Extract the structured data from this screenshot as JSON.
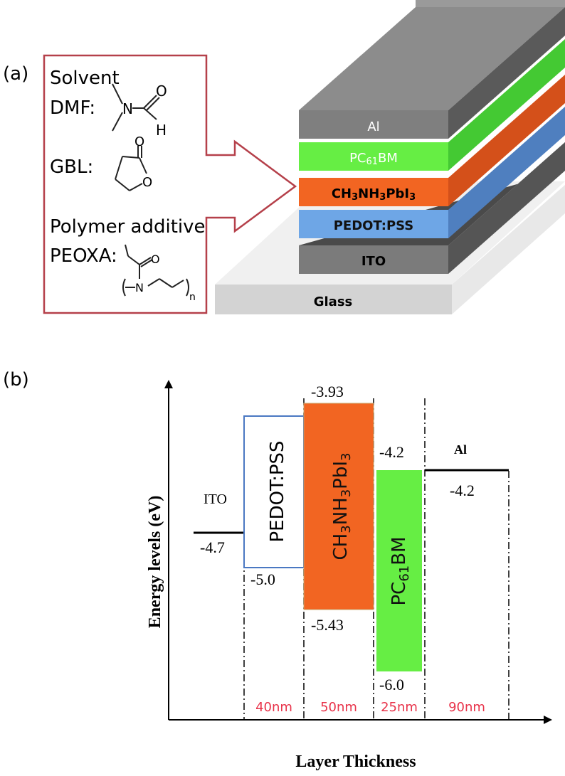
{
  "panel_a": {
    "label": "(a)",
    "solvent_heading": "Solvent",
    "dmf_label": "DMF:",
    "dmf_o": "O",
    "dmf_n": "N",
    "dmf_h": "H",
    "gbl_label": "GBL:",
    "gbl_o1": "O",
    "gbl_o2": "O",
    "additive_heading": "Polymer additive",
    "peoxa_label": "PEOXA:",
    "peoxa_o": "O",
    "peoxa_n": "N",
    "peoxa_sub_n": "n",
    "layers": {
      "al": "Al",
      "pcbm_pre": "PC",
      "pcbm_sub": "61",
      "pcbm_post": "BM",
      "perov_a": "CH",
      "perov_s1": "3",
      "perov_b": "NH",
      "perov_s2": "3",
      "perov_c": "PbI",
      "perov_s3": "3",
      "pedot": "PEDOT:PSS",
      "ito": "ITO",
      "glass": "Glass"
    },
    "colors": {
      "al": "#7f7f7f",
      "pcbm": "#66ee44",
      "perovskite": "#f26522",
      "pedot": "#5b9bd5",
      "ito": "#7f7f7f",
      "glass": "#d9d9d9",
      "frame": "#b5404a"
    }
  },
  "panel_b": {
    "label": "(b)",
    "y_axis_label": "Energy levels (eV)",
    "x_axis_label": "Layer Thickness",
    "ito_label": "ITO",
    "ito_value": "-4.7",
    "pedot_label": "PEDOT:PSS",
    "pedot_value": "-5.0",
    "perov_top_value": "-3.93",
    "perov_bottom_value": "-5.43",
    "perov_label_a": "CH",
    "perov_label_s1": "3",
    "perov_label_b": "NH",
    "perov_label_s2": "3",
    "perov_label_c": "PbI",
    "perov_label_s3": "3",
    "pcbm_top_value": "-4.2",
    "pcbm_bottom_value": "-6.0",
    "pcbm_label_pre": "PC",
    "pcbm_label_sub": "61",
    "pcbm_label_post": "BM",
    "al_label": "Al",
    "al_value": "-4.2",
    "thickness": [
      "40nm",
      "50nm",
      "25nm",
      "90nm"
    ],
    "colors": {
      "pedot_border": "#4a78c2",
      "perovskite": "#f26522",
      "pcbm": "#66ee44",
      "thickness_text": "#e8334a"
    }
  }
}
